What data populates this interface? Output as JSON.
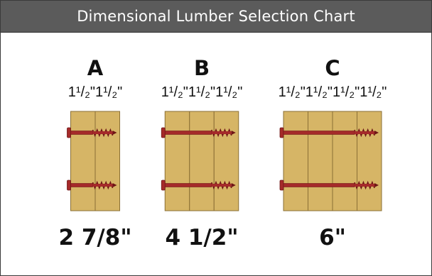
{
  "title": "Dimensional Lumber Selection Chart",
  "options": [
    {
      "letter": "A",
      "dims": [
        "1¹/₂\"",
        "1¹/₂\""
      ],
      "boards": 2,
      "screw_length": "2 7/8\""
    },
    {
      "letter": "B",
      "dims": [
        "1¹/₂\"",
        "1¹/₂\"",
        "1¹/₂\""
      ],
      "boards": 3,
      "screw_length": "4 1/2\""
    },
    {
      "letter": "C",
      "dims": [
        "1¹/₂\"",
        "1¹/₂\"",
        "1¹/₂\"",
        "1¹/₂\""
      ],
      "boards": 4,
      "screw_length": "6\""
    }
  ],
  "colors": {
    "header_bg": "#5b5b5b",
    "wood": "#d6b566",
    "wood_edge": "#8a6f35",
    "screw": "#a52a2a",
    "screw_dark": "#6e1616"
  }
}
